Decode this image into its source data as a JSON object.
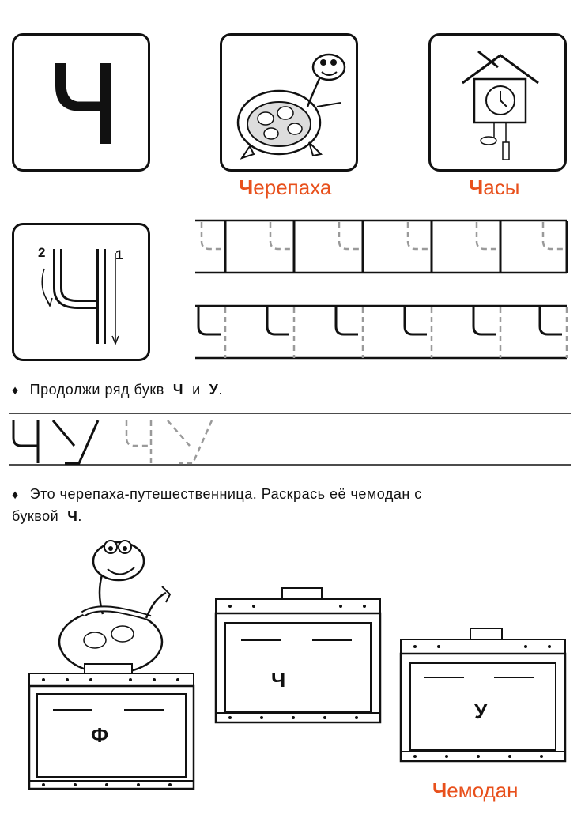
{
  "letter_card": {
    "letter": "Ч"
  },
  "turtle_card": {
    "caption_first": "Ч",
    "caption_rest": "ерепаха",
    "icon": "turtle-icon"
  },
  "clock_card": {
    "caption_first": "Ч",
    "caption_rest": "асы",
    "icon": "cuckoo-clock-icon"
  },
  "writing_card": {
    "stroke1": "1",
    "stroke2": "2"
  },
  "task1": {
    "bullet": "♦",
    "text": "Продолжи ряд букв",
    "letter_a": "Ч",
    "conj": "и",
    "letter_b": "У",
    "end": "."
  },
  "sequence_row": {
    "letters": [
      "Ч",
      "У"
    ]
  },
  "task2": {
    "bullet": "♦",
    "line1": "Это черепаха-путешественница. Раскрась её чемодан с",
    "line2_prefix": "буквой",
    "letter": "Ч",
    "end": "."
  },
  "suitcases": [
    {
      "letter": "Ф"
    },
    {
      "letter": "Ч"
    },
    {
      "letter": "У"
    }
  ],
  "bottom_caption": {
    "first": "Ч",
    "rest": "емодан"
  },
  "colors": {
    "accent": "#e8501c",
    "ink": "#111111",
    "guide": "#9a9a9a"
  }
}
